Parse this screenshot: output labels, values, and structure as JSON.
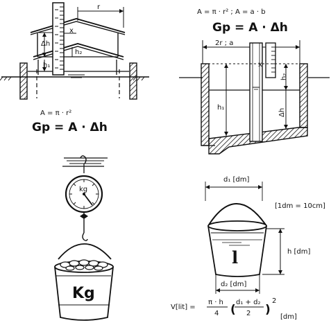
{
  "panel_tl": {
    "r": "r",
    "x": "x",
    "dh": "Δh",
    "h1": "h₁",
    "h2": "h₂"
  },
  "panel_tl_formula": {
    "area": "A = π · r²",
    "weight": "Gp = A · Δh"
  },
  "panel_tr": {
    "area": "A = π · r²  ;  A = a · b",
    "weight": "Gp = A · Δh",
    "top_label": "2r ; a",
    "x": "x",
    "h1": "h₁",
    "h2": "h₂",
    "dh": "Δh"
  },
  "panel_bl": {
    "dial_label": "kg",
    "bucket_label": "Kg"
  },
  "panel_br": {
    "d1": "d₁ [dm]",
    "d2": "d₂ [dm]",
    "h": "h [dm]",
    "unit_note": "[1dm = 10cm]",
    "vol_label": "l",
    "formula_lhs": "V[lit] =",
    "formula_frac_num": "π · h",
    "formula_frac_den": "4",
    "formula_paren_num": "d₁ + d₂",
    "formula_paren_den": "2",
    "formula_exp": "2",
    "formula_unit": "[dm]"
  }
}
